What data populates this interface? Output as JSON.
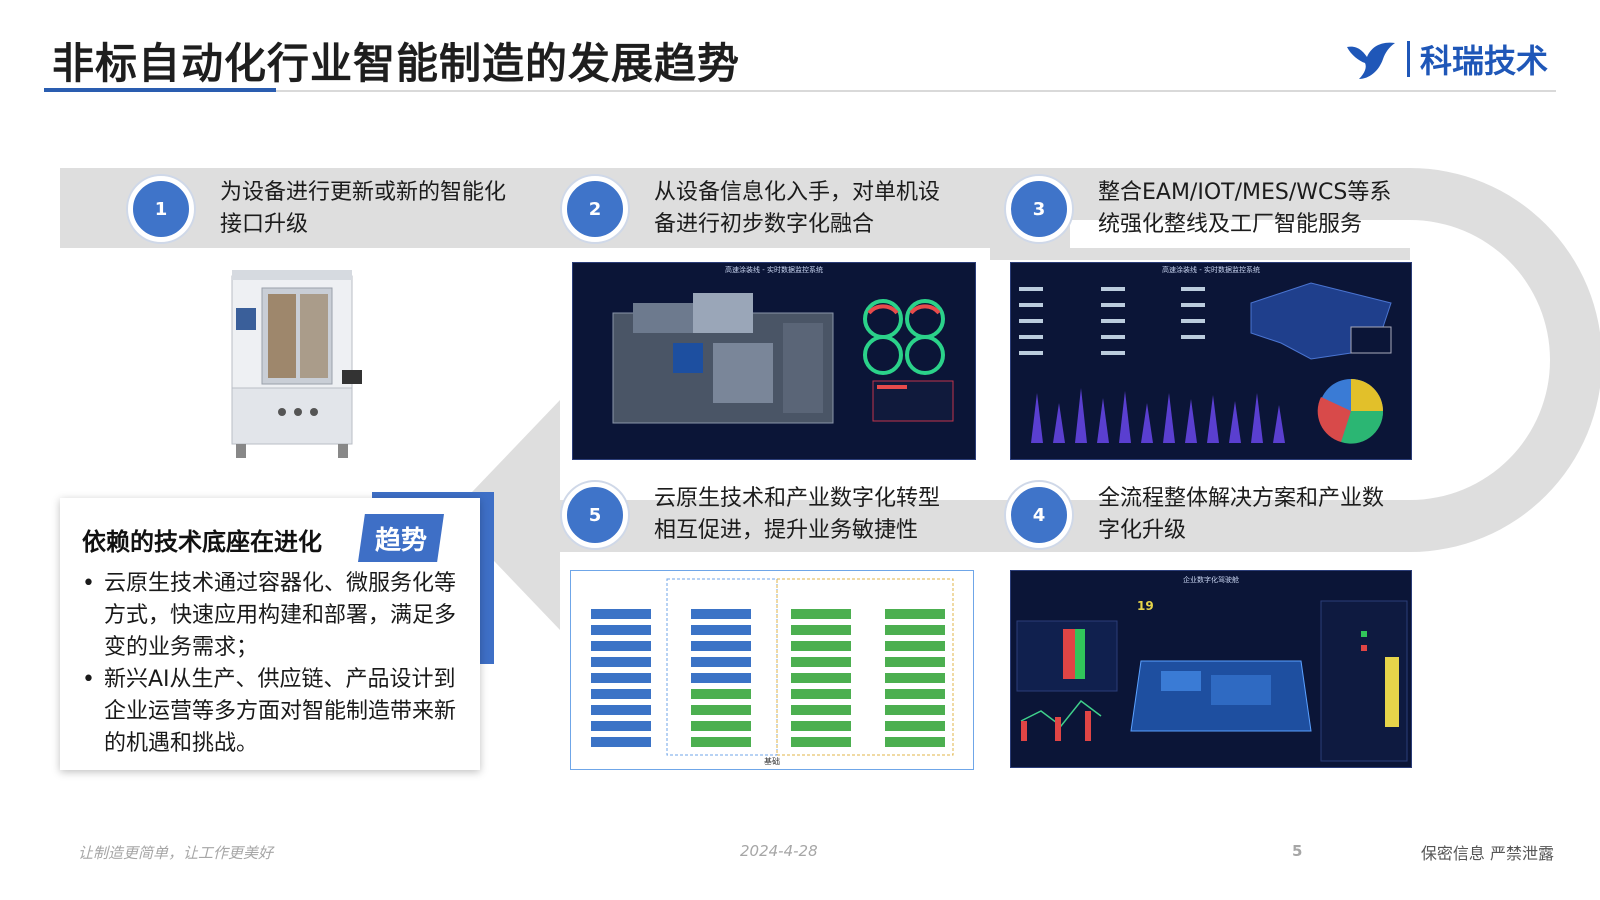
{
  "header": {
    "title": "非标自动化行业智能制造的发展趋势",
    "logo_text": "科瑞技术",
    "accent_color": "#2a5db0"
  },
  "steps": [
    {
      "number": "1",
      "text_line1": "为设备进行更新或新的智能化",
      "text_line2": "接口升级"
    },
    {
      "number": "2",
      "text_line1": "从设备信息化入手，对单机设",
      "text_line2": "备进行初步数字化融合"
    },
    {
      "number": "3",
      "text_line1": "整合EAM/IOT/MES/WCS等系",
      "text_line2": "统强化整线及工厂智能服务"
    },
    {
      "number": "4",
      "text_line1": "全流程整体解决方案和产业数",
      "text_line2": "字化升级"
    },
    {
      "number": "5",
      "text_line1": "云原生技术和产业数字化转型",
      "text_line2": "相互促进，提升业务敏捷性"
    }
  ],
  "screens": {
    "monitor_title": "高速涂装线 - 实时数据监控系统",
    "dashboard_title": "高速涂装线 - 实时数据监控系统",
    "enterprise_title": "企业数字化驾驶舱",
    "enterprise_value": "19",
    "arch_bottom": "基础"
  },
  "trend": {
    "heading": "依赖的技术底座在进化",
    "tag": "趋势",
    "bullets": [
      "云原生技术通过容器化、微服务化等方式，快速应用构建和部署，满足多变的业务需求；",
      "新兴AI从生产、供应链、产品设计到企业运营等多方面对智能制造带来新的机遇和挑战。"
    ]
  },
  "footer": {
    "slogan": "让制造更简单，让工作更美好",
    "date": "2024-4-28",
    "page": "5",
    "confidential": "保密信息 严禁泄露"
  }
}
